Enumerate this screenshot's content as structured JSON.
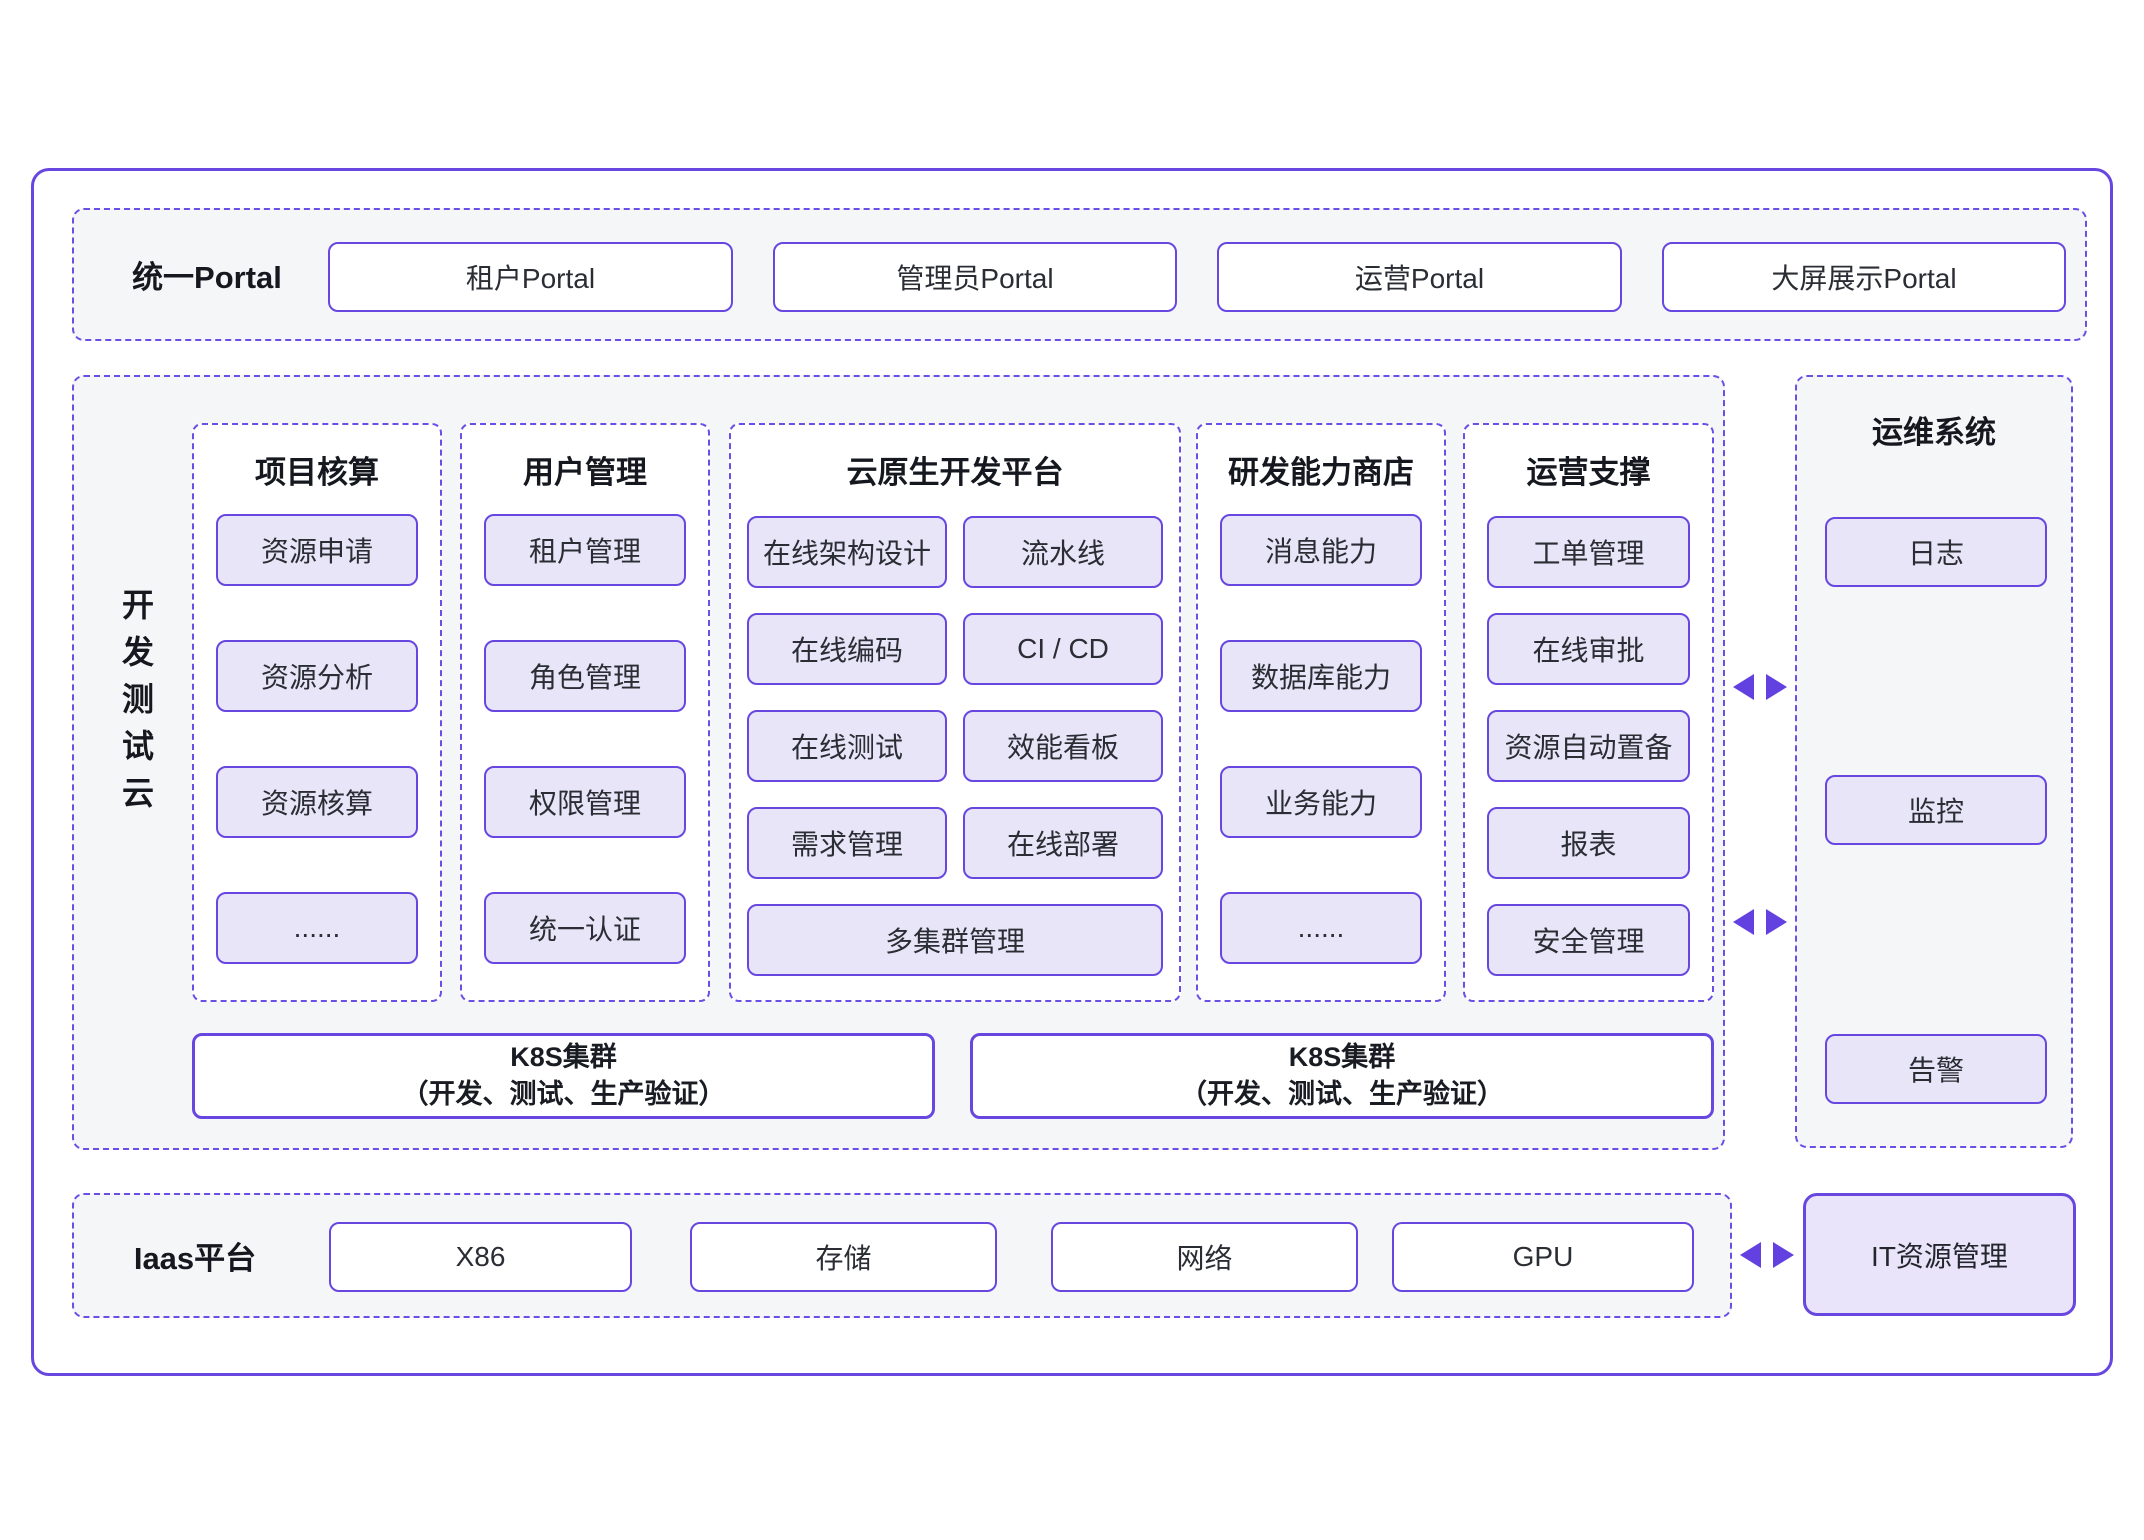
{
  "portal": {
    "label": "统一Portal",
    "items": [
      "租户Portal",
      "管理员Portal",
      "运营Portal",
      "大屏展示Portal"
    ]
  },
  "dev_cloud": {
    "label": "开发测试云",
    "label_chars": [
      "开",
      "发",
      "测",
      "试",
      "云"
    ],
    "columns": [
      {
        "title": "项目核算",
        "items": [
          "资源申请",
          "资源分析",
          "资源核算",
          "......"
        ]
      },
      {
        "title": "用户管理",
        "items": [
          "租户管理",
          "角色管理",
          "权限管理",
          "统一认证"
        ]
      },
      {
        "title": "云原生开发平台",
        "grid_items": [
          "在线架构设计",
          "流水线",
          "在线编码",
          "CI / CD",
          "在线测试",
          "效能看板",
          "需求管理",
          "在线部署"
        ],
        "wide_item": "多集群管理"
      },
      {
        "title": "研发能力商店",
        "items": [
          "消息能力",
          "数据库能力",
          "业务能力",
          "......"
        ]
      },
      {
        "title": "运营支撑",
        "items": [
          "工单管理",
          "在线审批",
          "资源自动置备",
          "报表",
          "安全管理"
        ]
      }
    ],
    "k8s_clusters": [
      {
        "line1": "K8S集群",
        "line2": "（开发、测试、生产验证）"
      },
      {
        "line1": "K8S集群",
        "line2": "（开发、测试、生产验证）"
      }
    ]
  },
  "ops_system": {
    "title": "运维系统",
    "items": [
      "日志",
      "监控",
      "告警"
    ]
  },
  "iaas": {
    "label": "Iaas平台",
    "items": [
      "X86",
      "存储",
      "网络",
      "GPU"
    ],
    "it_resource": "IT资源管理"
  },
  "colors": {
    "accent_purple": "#6847e0",
    "dashed_purple": "#6b4ee6",
    "arrow_purple": "#6340e0",
    "light_purple_fill": "#e9e5f9",
    "section_bg": "#f5f6f8"
  }
}
